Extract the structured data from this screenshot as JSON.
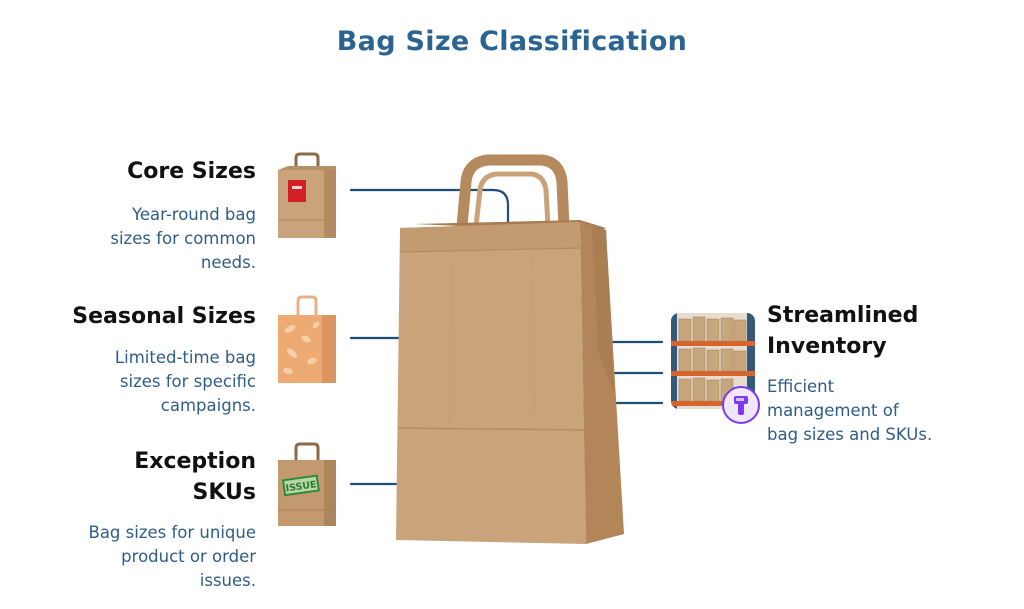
{
  "title": "Bag Size Classification",
  "categories": [
    {
      "heading": "Core Sizes",
      "description": [
        "Year-round bag",
        "sizes for common",
        "needs."
      ]
    },
    {
      "heading": "Seasonal Sizes",
      "description": [
        "Limited-time bag",
        "sizes for specific",
        "campaigns."
      ]
    },
    {
      "heading": [
        "Exception",
        "SKUs"
      ],
      "description": [
        "Bag sizes for unique",
        "product or order",
        "issues."
      ]
    }
  ],
  "outcome": {
    "heading": [
      "Streamlined",
      "Inventory"
    ],
    "description": [
      "Efficient",
      "management of",
      "bag sizes and SKUs."
    ]
  },
  "stamp_text": "ISSUE",
  "colors": {
    "title": "#2c6491",
    "connector": "#1f4e79",
    "description": "#2f5d86",
    "kraft": "#c9a37a",
    "scanner": "#7c3aed"
  }
}
